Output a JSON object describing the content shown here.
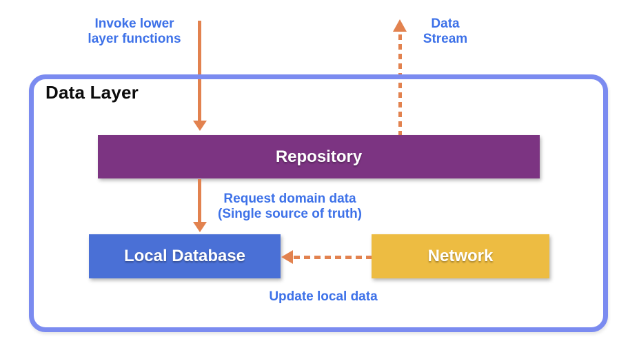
{
  "colors": {
    "boundary_border": "#7B8BF0",
    "repository_fill": "#7C3482",
    "local_database_fill": "#4A70D6",
    "network_fill": "#EDBC42",
    "arrow_orange": "#E2824F",
    "annotation_blue": "#3D71E8",
    "node_text": "#FFFFFF",
    "title_text": "#0C0C0C"
  },
  "diagram": {
    "container_title": "Data Layer",
    "nodes": [
      {
        "id": "repository",
        "label": "Repository"
      },
      {
        "id": "local-database",
        "label": "Local Database"
      },
      {
        "id": "network",
        "label": "Network"
      }
    ],
    "annotations": [
      {
        "id": "invoke",
        "text": "Invoke lower\nlayer functions"
      },
      {
        "id": "data-stream",
        "text": "Data\nStream"
      },
      {
        "id": "request",
        "text": "Request domain data\n(Single source of truth)"
      },
      {
        "id": "update",
        "text": "Update local data"
      }
    ],
    "arrows": [
      {
        "id": "invoke-arrow",
        "style": "solid",
        "direction": "down",
        "from": "outside",
        "to": "repository"
      },
      {
        "id": "data-stream-arrow",
        "style": "dashed",
        "direction": "up",
        "from": "repository",
        "to": "outside"
      },
      {
        "id": "request-arrow",
        "style": "solid",
        "direction": "down",
        "from": "repository",
        "to": "local-database"
      },
      {
        "id": "update-arrow",
        "style": "dashed",
        "direction": "left",
        "from": "network",
        "to": "local-database"
      }
    ]
  }
}
